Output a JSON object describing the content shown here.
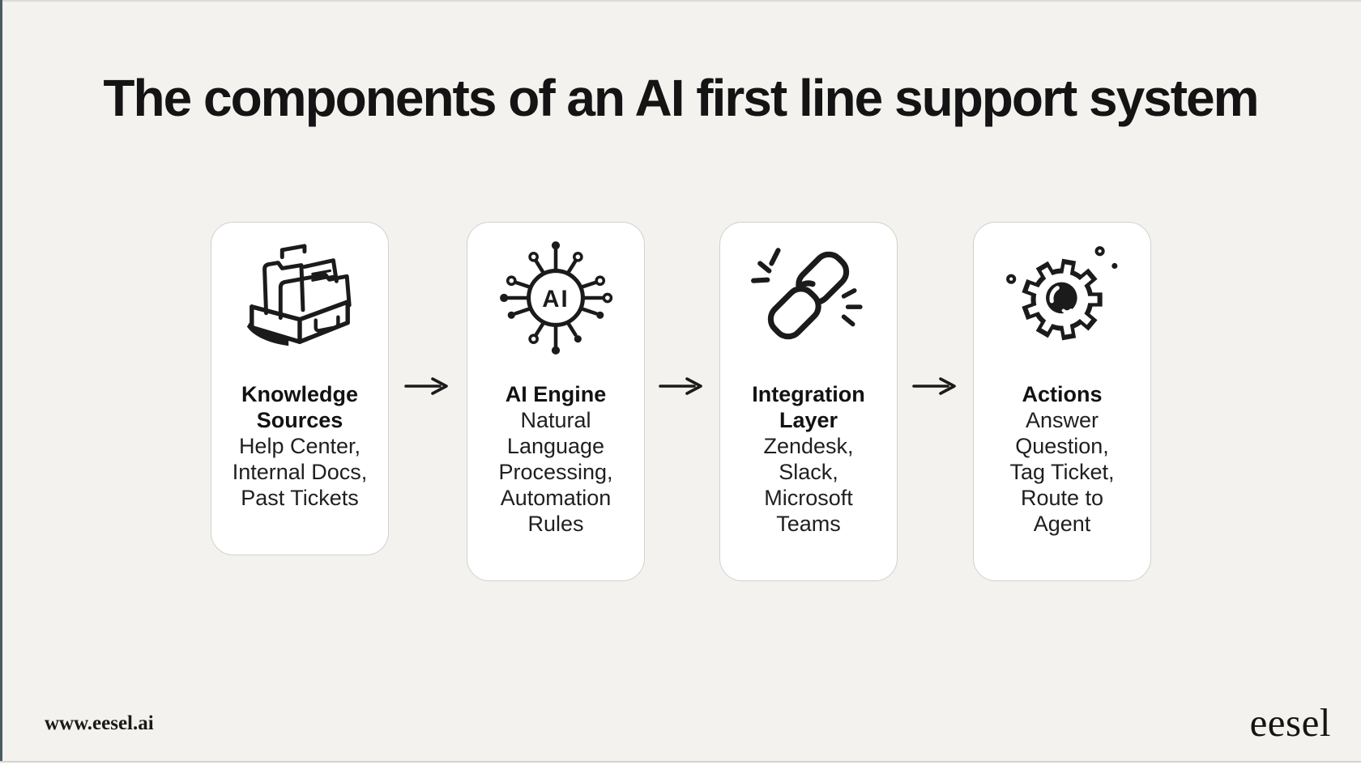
{
  "page": {
    "title": "The components of an AI first line support system",
    "colors": {
      "background": "#f4f2ee",
      "card_background": "#ffffff",
      "card_border": "#d2d0cc",
      "ink": "#1b1b1b",
      "left_edge": "#4a5b62"
    }
  },
  "cards": [
    {
      "icon": "archive-box-icon",
      "title": "Knowledge\nSources",
      "body": "Help Center,\nInternal Docs,\nPast Tickets"
    },
    {
      "icon": "ai-chip-icon",
      "icon_text": "AI",
      "title": "AI Engine",
      "body": "Natural\nLanguage\nProcessing,\nAutomation\nRules"
    },
    {
      "icon": "chain-link-icon",
      "title": "Integration\nLayer",
      "body": "Zendesk,\nSlack,\nMicrosoft\nTeams"
    },
    {
      "icon": "gear-icon",
      "title": "Actions",
      "body": "Answer\nQuestion,\nTag Ticket,\nRoute to\nAgent"
    }
  ],
  "footer": {
    "url": "www.eesel.ai",
    "brand": "eesel"
  }
}
